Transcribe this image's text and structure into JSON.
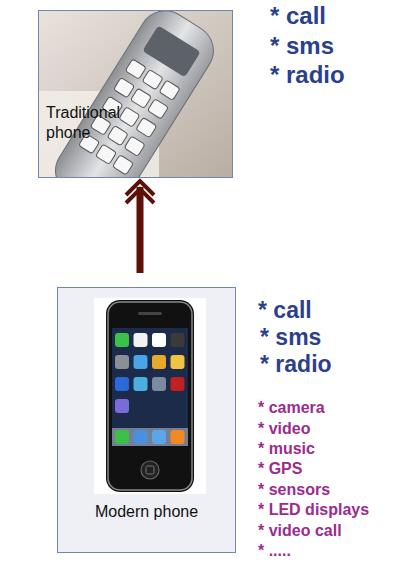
{
  "diagram": {
    "nodes": [
      {
        "text": [
          "Traditional phone"
        ]
      },
      {
        "text": [
          "Modern phone"
        ]
      }
    ],
    "edges": [
      {
        "from": 1,
        "to": 0,
        "arrow": "to"
      }
    ],
    "labels": [
      "* call",
      "* sms",
      "* radio",
      "* call",
      "* sms",
      "* radio",
      "* camera",
      "* video",
      "* music",
      "* GPS",
      "* sensors",
      "* LED displays",
      "* video call",
      "* ....."
    ]
  }
}
